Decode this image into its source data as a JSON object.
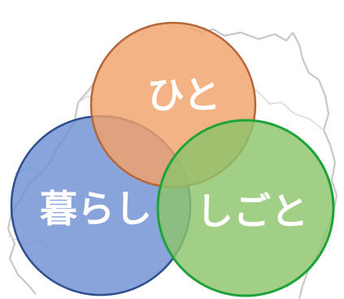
{
  "circles": {
    "hito": {
      "label": "ひと",
      "fill": "#f0a26a",
      "stroke": "#b5673a"
    },
    "kurashi": {
      "label": "暮らし",
      "fill": "#6f8fd3",
      "stroke": "#2f4f8f"
    },
    "shigoto": {
      "label": "しごと",
      "fill": "#8cc46a",
      "stroke": "#1ea33a"
    }
  },
  "background_map": {
    "stroke": "#c8c8c8"
  }
}
